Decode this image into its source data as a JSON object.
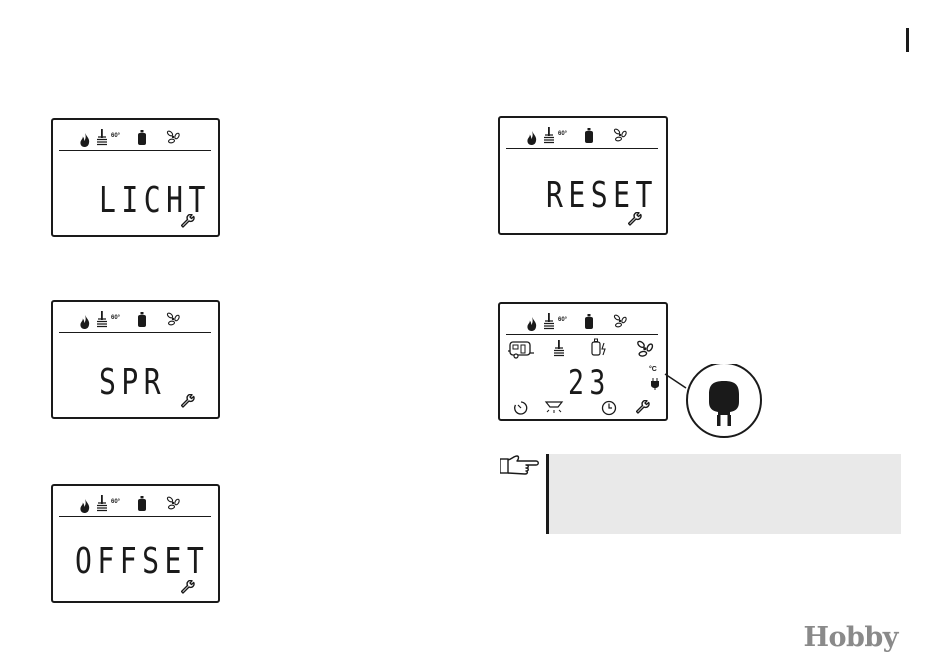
{
  "displays": {
    "licht": {
      "text": "LICHT",
      "temp": "60°"
    },
    "spr": {
      "text": "SPR",
      "temp": "60°"
    },
    "offset": {
      "text": "OFFSET",
      "temp": "60°"
    },
    "reset": {
      "text": "RESET",
      "temp": "60°"
    },
    "main": {
      "temp": "60°",
      "value": "23",
      "unit": "°C"
    }
  },
  "brand": "Hobby",
  "icons": [
    "flame-icon",
    "water-heater-icon",
    "gas-bottle-icon",
    "fan-icon",
    "wrench-icon",
    "plug-icon",
    "pointing-hand-icon",
    "caravan-icon",
    "timer-icon",
    "light-icon",
    "clock-icon"
  ]
}
